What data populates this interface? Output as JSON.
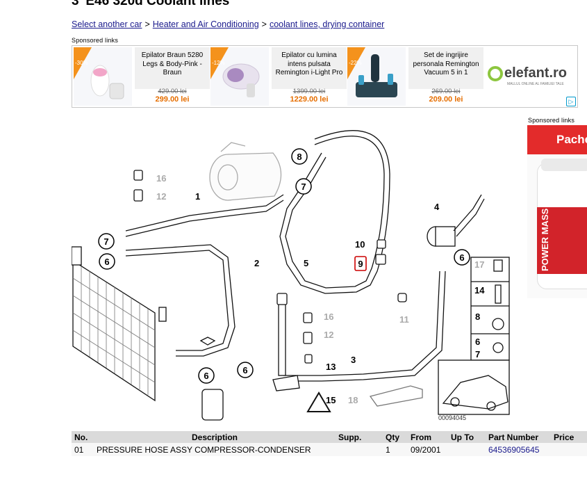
{
  "page": {
    "title": "3' E46 320d Coolant lines"
  },
  "breadcrumb": {
    "items": [
      {
        "label": "Select another car"
      },
      {
        "label": "Heater and Air Conditioning"
      },
      {
        "label": "coolant lines, drying container"
      }
    ],
    "separator": ">"
  },
  "sponsored": {
    "top_label": "Sponsored links",
    "side_label": "Sponsored links",
    "ads": [
      {
        "badge": "-30%",
        "title": "Epilator Braun 5280 Legs & Body-Pink - Braun",
        "old_price": "429.00 lei",
        "new_price": "299.00 lei"
      },
      {
        "badge": "-12%",
        "title": "Epilator cu lumina intens pulsata Remington i-Light Pro",
        "old_price": "1399.00 lei",
        "new_price": "1229.00 lei"
      },
      {
        "badge": "-22%",
        "title": "Set de ingrijire personala Remington Vacuum 5 in 1",
        "old_price": "269.00 lei",
        "new_price": "209.00 lei"
      }
    ],
    "brand": {
      "name": "elefant.ro",
      "tagline": "MALLUL ONLINE AL FAMILIEI TALE"
    },
    "info_icon": "adchoices-icon",
    "side_ad": {
      "headline": "Pache",
      "product": "POWER MASS"
    }
  },
  "diagram": {
    "image_code": "00094045",
    "callouts": [
      "1",
      "2",
      "3",
      "4",
      "5",
      "6",
      "7",
      "8",
      "9",
      "10",
      "11",
      "12",
      "13",
      "14",
      "15",
      "16",
      "17",
      "18"
    ],
    "accent": "#cc0000"
  },
  "table": {
    "headers": [
      "No.",
      "Description",
      "Supp.",
      "Qty",
      "From",
      "Up To",
      "Part Number",
      "Price"
    ],
    "rows": [
      {
        "no": "01",
        "description": "PRESSURE HOSE ASSY COMPRESSOR-CONDENSER",
        "supp": "",
        "qty": "1",
        "from": "09/2001",
        "up_to": "",
        "part_number": "64536905645",
        "price": ""
      }
    ]
  }
}
